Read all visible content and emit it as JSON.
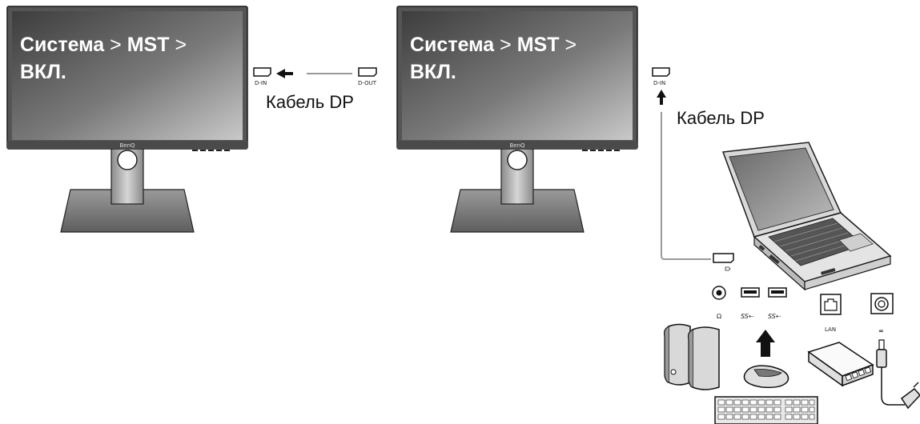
{
  "monitor_left": {
    "line1_bold_a": "Система",
    "line1_sep_a": " > ",
    "line1_bold_b": "MST",
    "line1_sep_b": " >",
    "line2_bold": "ВКЛ.",
    "brand": "BenQ"
  },
  "monitor_right": {
    "line1_bold_a": "Система",
    "line1_sep_a": " > ",
    "line1_bold_b": "MST",
    "line1_sep_b": " >",
    "line2_bold": "ВКЛ.",
    "brand": "BenQ"
  },
  "port_labels": {
    "dp_in_left": "D-IN",
    "dp_out": "D-OUT",
    "dp_in_right": "D-IN"
  },
  "cables": {
    "caption_between_monitors": "Кабель DP",
    "caption_laptop": "Кабель DP"
  },
  "laptop_ports": {
    "headphone": "Ω",
    "usb_a": "SS⇠",
    "usb_b": "SS⇠",
    "lan": "LAN",
    "dc": "="
  },
  "colors": {
    "screen_dark": "#4a4a4a",
    "screen_light": "#b8b8b8",
    "cable_gray": "#9a9a9a",
    "device_outline": "#1a1a1a"
  }
}
